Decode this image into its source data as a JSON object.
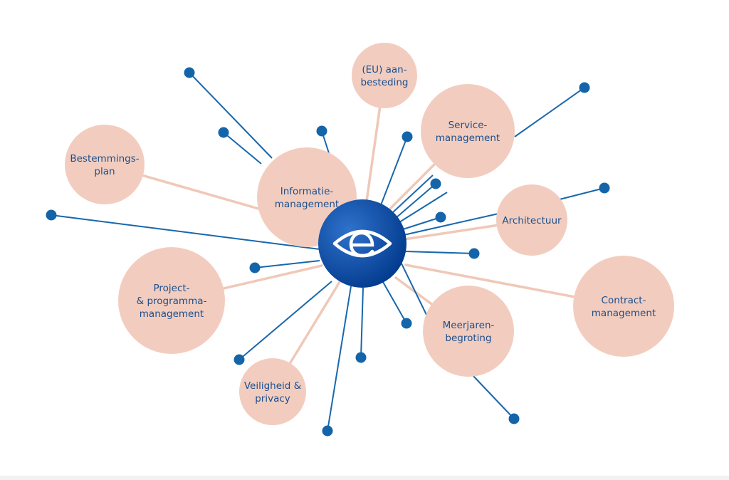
{
  "colors": {
    "circle_fill": "#f2cdbf",
    "spoke_pink": "#f0c8b8",
    "spoke_blue": "#1867ac",
    "dot_blue": "#1464aa",
    "hub_dark": "#003d8f",
    "hub_light": "#2868c4",
    "label_text": "#1a4f8f"
  },
  "hub": {
    "icon": "e-eye-logo-icon"
  },
  "nodes": [
    {
      "id": "eu-aanbesteding",
      "lines": [
        "(EU) aan-",
        "besteding"
      ]
    },
    {
      "id": "servicemanagement",
      "lines": [
        "Service-",
        "management"
      ]
    },
    {
      "id": "bestemmingsplan",
      "lines": [
        "Bestemmings-",
        "plan"
      ]
    },
    {
      "id": "informatiemanagement",
      "lines": [
        "Informatie-",
        "management"
      ]
    },
    {
      "id": "architectuur",
      "lines": [
        "Architectuur"
      ]
    },
    {
      "id": "project-programmamanagement",
      "lines": [
        "Project-",
        "& programma-",
        "management"
      ]
    },
    {
      "id": "contractmanagement",
      "lines": [
        "Contract-",
        "management"
      ]
    },
    {
      "id": "meerjarenbegroting",
      "lines": [
        "Meerjaren-",
        "begroting"
      ]
    },
    {
      "id": "veiligheid-privacy",
      "lines": [
        "Veiligheid &",
        "privacy"
      ]
    }
  ]
}
